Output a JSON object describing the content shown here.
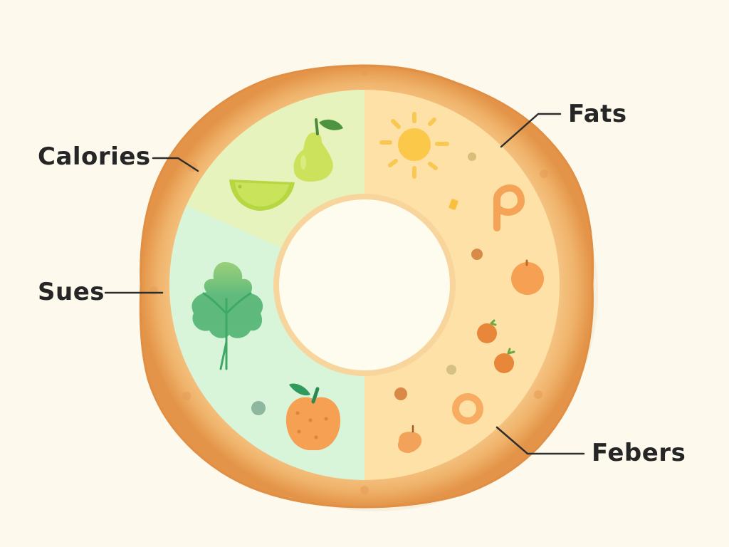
{
  "diagram": {
    "type": "donut-illustration",
    "colors": {
      "background": "#fdf9ec",
      "crust_outer": "#e8a256",
      "crust_inner": "#f6c98c",
      "segment_calories": "#e5f3bf",
      "segment_sues": "#d8f4d8",
      "segment_right": "#fde2a8",
      "center": "#fefbef",
      "center_ring": "#f5d39a",
      "leader_line": "#2e2e2e",
      "label_text": "#262626"
    },
    "labels": {
      "calories": "Calories",
      "fats": "Fats",
      "sues": "Sues",
      "febers": "Febers"
    },
    "segments": [
      {
        "name": "Calories",
        "icons": [
          "pear-icon",
          "lime-slice-icon"
        ]
      },
      {
        "name": "Sues",
        "icons": [
          "leaf-icon",
          "orange-icon",
          "dot-icon"
        ]
      },
      {
        "name": "Fats",
        "icons": [
          "sun-icon",
          "p-shape-icon",
          "orange-icon",
          "dot-icon"
        ]
      },
      {
        "name": "Febers",
        "icons": [
          "tangerine-icon",
          "tangerine-icon",
          "ring-icon",
          "small-fruit-icon",
          "dot-icon"
        ]
      }
    ]
  }
}
